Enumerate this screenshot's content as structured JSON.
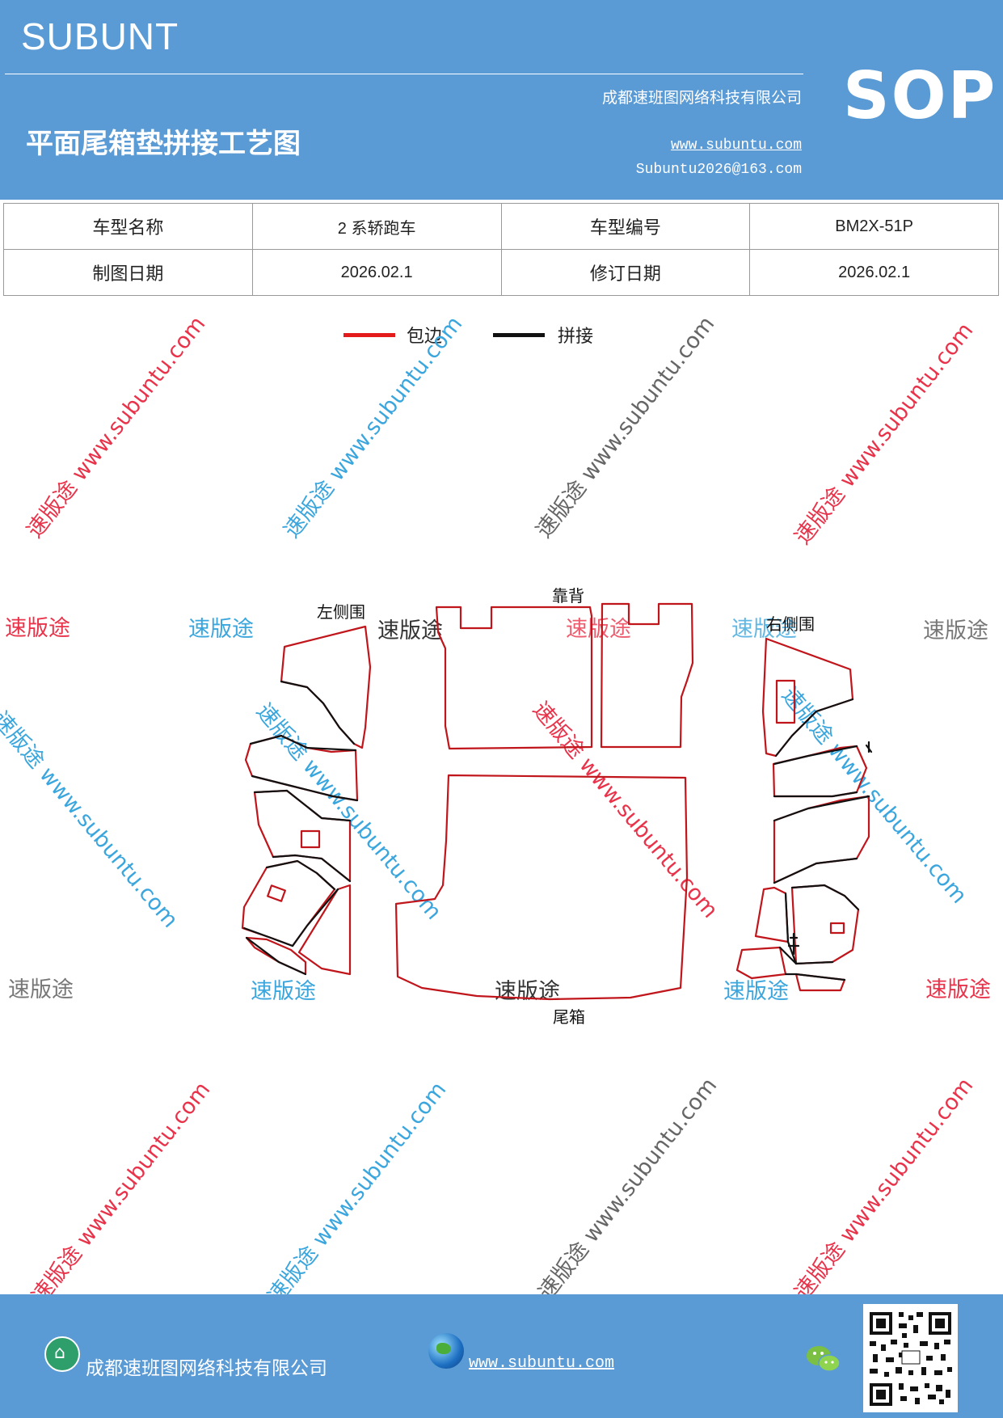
{
  "header": {
    "brand": "SUBUNT",
    "company": "成都速班图网络科技有限公司",
    "title": "平面尾箱垫拼接工艺图",
    "website": "www.subuntu.com",
    "email": "Subuntu2026@163.com",
    "badge": "SOP",
    "background_color": "#5b9bd5"
  },
  "info_table": [
    [
      "车型名称",
      "2 系轿跑车",
      "车型编号",
      "BM2X-51P"
    ],
    [
      "制图日期",
      "2026.02.1",
      "修订日期",
      "2026.02.1"
    ]
  ],
  "legend": [
    {
      "label": "包边",
      "color": "#e31b1b"
    },
    {
      "label": "拼接",
      "color": "#111111"
    }
  ],
  "watermark": {
    "diagonal": "速版途 www.subuntu.com",
    "short": "速版途",
    "colors": [
      "#e8334a",
      "#3aa6dd",
      "#666666"
    ]
  },
  "diagram": {
    "labels": {
      "left_side": "左侧围",
      "backrest": "靠背",
      "right_side": "右侧围",
      "trunk": "尾箱"
    },
    "edge_color": "#c0151b",
    "seam_color": "#111111"
  },
  "footer": {
    "company": "成都速班图网络科技有限公司",
    "website": "www.subuntu.com",
    "icons": [
      "home-icon",
      "globe-icon",
      "wechat-icon",
      "qr-code"
    ]
  }
}
